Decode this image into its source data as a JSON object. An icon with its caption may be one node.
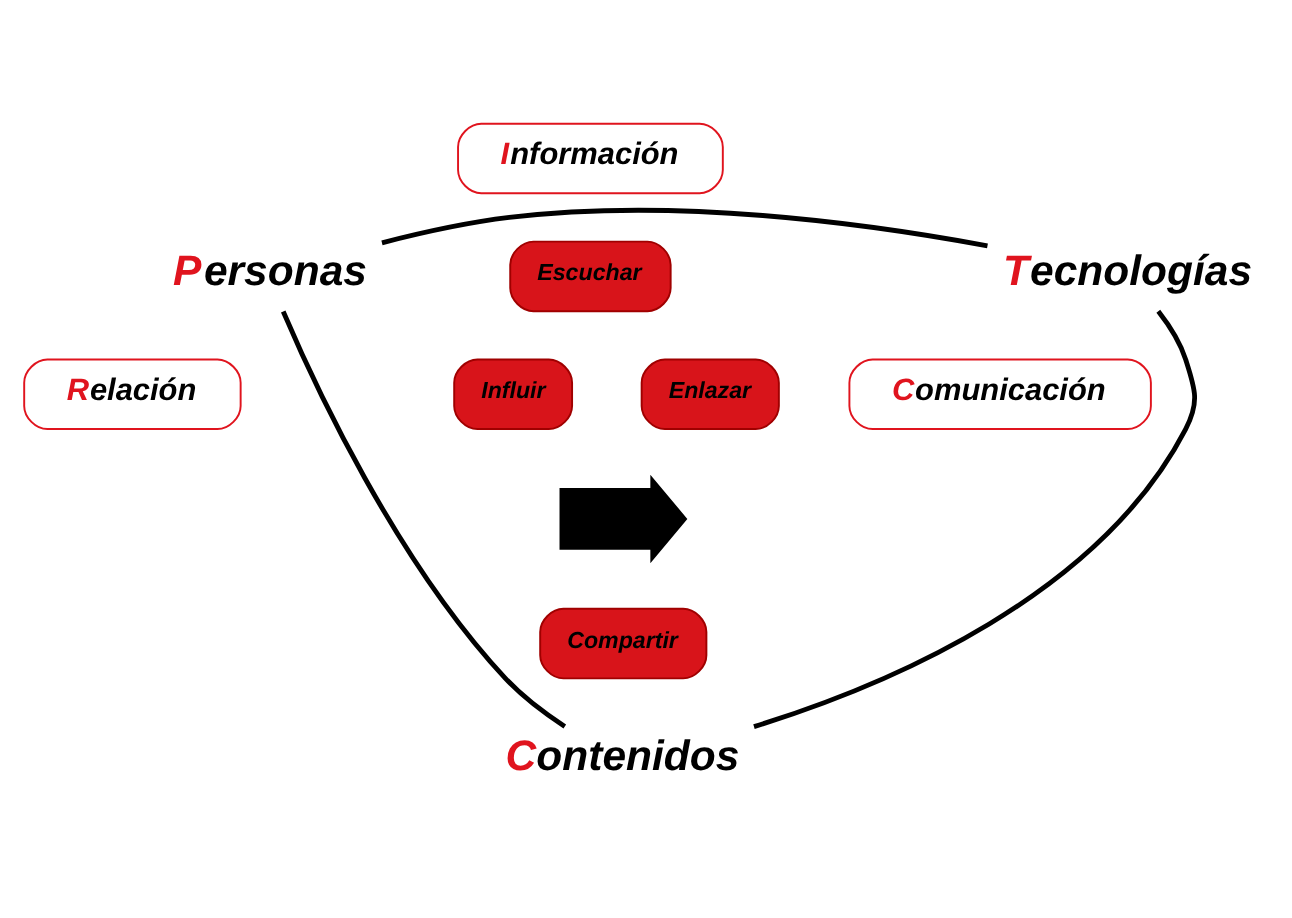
{
  "diagram": {
    "nodes": [
      {
        "text": [
          "Información"
        ]
      },
      {
        "text": [
          "Personas"
        ]
      },
      {
        "text": [
          "Tecnologías"
        ]
      },
      {
        "text": [
          "Escuchar"
        ]
      },
      {
        "text": [
          "Influir"
        ]
      },
      {
        "text": [
          "Enlazar"
        ]
      },
      {
        "text": [
          "Relación"
        ]
      },
      {
        "text": [],
        "shape": "arrow"
      },
      {
        "text": [
          "Comunicación"
        ]
      },
      {
        "text": [
          "Compartir"
        ]
      },
      {
        "text": [
          "Contenidos"
        ]
      }
    ],
    "edges": [
      {
        "from": 1,
        "to": 2,
        "arrow": "none"
      },
      {
        "from": 1,
        "to": 10,
        "arrow": "none"
      },
      {
        "from": 2,
        "to": 10,
        "arrow": "none"
      }
    ]
  }
}
